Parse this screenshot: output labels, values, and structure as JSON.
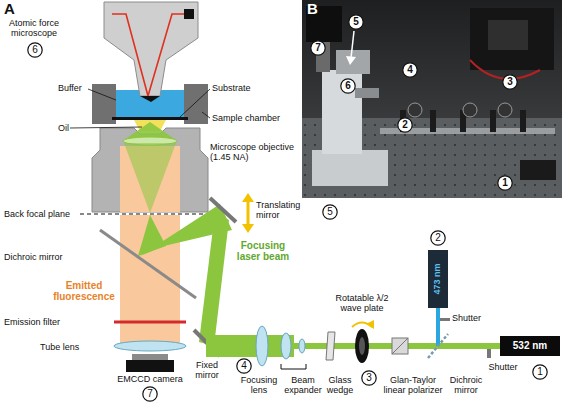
{
  "diagram": {
    "nodes": [
      {
        "text": [
          "6"
        ]
      },
      {
        "text": [
          "B"
        ]
      },
      {
        "text": [
          "7"
        ],
        "in": 1
      },
      {
        "text": [
          "5"
        ],
        "in": 1
      },
      {
        "text": [
          "6"
        ],
        "in": 1
      },
      {
        "text": [
          "4"
        ],
        "in": 1
      },
      {
        "text": [
          "3"
        ],
        "in": 1
      },
      {
        "text": [
          "2"
        ],
        "in": 1
      },
      {
        "text": [
          "1"
        ],
        "in": 1
      },
      {
        "text": [
          "5"
        ]
      },
      {
        "text": [
          "473 nm"
        ]
      },
      {
        "text": [
          "2"
        ]
      },
      {
        "text": [
          "532 nm"
        ]
      },
      {
        "text": [
          "4"
        ]
      },
      {
        "text": [
          "3"
        ]
      },
      {
        "text": [
          "1"
        ]
      },
      {
        "text": [
          "7"
        ]
      }
    ],
    "labels": [
      "A",
      "Atomic force microscope",
      "Buffer",
      "Substrate",
      "Sample chamber",
      "Oil",
      "Microscope objective (1.45 NA)",
      "Back focal plane",
      "Dichroic mirror",
      "Emitted fluorescence",
      "Emission filter",
      "Tube lens",
      "EMCCD camera",
      "Translating mirror",
      "Focusing laser beam",
      "Fixed mirror",
      "Focusing lens",
      "Beam expander",
      "Glass wedge",
      "Rotatable λ/2 wave plate",
      "Glan-Taylor linear polarizer",
      "Dichroic mirror",
      "Shutter",
      "Shutter"
    ]
  }
}
